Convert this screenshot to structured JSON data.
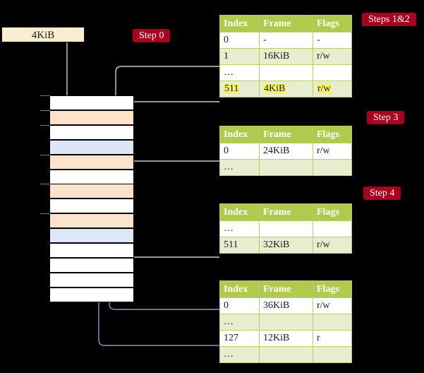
{
  "diagram": {
    "title_pills": [
      {
        "id": "step0",
        "label": "Step 0"
      },
      {
        "id": "steps12",
        "label": "Steps 1&2"
      },
      {
        "id": "step3",
        "label": "Step 3"
      },
      {
        "id": "step4",
        "label": "Step 4"
      }
    ],
    "source_box": {
      "label": "4KiB"
    },
    "memory_column": {
      "rows": [
        {
          "index": 0,
          "fill": "white"
        },
        {
          "index": 1,
          "fill": "orange"
        },
        {
          "index": 2,
          "fill": "white"
        },
        {
          "index": 3,
          "fill": "blue"
        },
        {
          "index": 4,
          "fill": "orange"
        },
        {
          "index": 5,
          "fill": "white"
        },
        {
          "index": 6,
          "fill": "orange"
        },
        {
          "index": 7,
          "fill": "white"
        },
        {
          "index": 8,
          "fill": "orange"
        },
        {
          "index": 9,
          "fill": "blue"
        },
        {
          "index": 10,
          "fill": "white"
        },
        {
          "index": 11,
          "fill": "white"
        },
        {
          "index": 12,
          "fill": "white"
        },
        {
          "index": 13,
          "fill": "white"
        }
      ]
    },
    "tables": [
      {
        "id": "table-level-4",
        "headers": [
          "Index",
          "Frame",
          "Flags"
        ],
        "rows": [
          {
            "index": "0",
            "frame": "-",
            "flags": "-",
            "style": "plain",
            "highlight": false
          },
          {
            "index": "1",
            "frame": "16KiB",
            "flags": "r/w",
            "style": "alt",
            "highlight": false
          },
          {
            "index": "…",
            "frame": "",
            "flags": "",
            "style": "plain",
            "highlight": false
          },
          {
            "index": "511",
            "frame": "4KiB",
            "flags": "r/w",
            "style": "alt",
            "highlight": true
          }
        ]
      },
      {
        "id": "table-level-3",
        "headers": [
          "Index",
          "Frame",
          "Flags"
        ],
        "rows": [
          {
            "index": "0",
            "frame": "24KiB",
            "flags": "r/w",
            "style": "plain",
            "highlight": false
          },
          {
            "index": "…",
            "frame": "",
            "flags": "",
            "style": "alt",
            "highlight": false
          }
        ]
      },
      {
        "id": "table-level-2",
        "headers": [
          "Index",
          "Frame",
          "Flags"
        ],
        "rows": [
          {
            "index": "…",
            "frame": "",
            "flags": "",
            "style": "plain",
            "highlight": false
          },
          {
            "index": "511",
            "frame": "32KiB",
            "flags": "r/w",
            "style": "alt",
            "highlight": false
          }
        ]
      },
      {
        "id": "table-level-1",
        "headers": [
          "Index",
          "Frame",
          "Flags"
        ],
        "rows": [
          {
            "index": "0",
            "frame": "36KiB",
            "flags": "r/w",
            "style": "plain",
            "highlight": false
          },
          {
            "index": "…",
            "frame": "",
            "flags": "",
            "style": "alt",
            "highlight": false
          },
          {
            "index": "127",
            "frame": "12KiB",
            "flags": "r",
            "style": "plain",
            "highlight": false
          },
          {
            "index": "…",
            "frame": "",
            "flags": "",
            "style": "alt",
            "highlight": false
          }
        ]
      }
    ],
    "colors": {
      "background": "#000000",
      "pill": "#a8001e",
      "table_header": "#b0ca4e",
      "table_border": "#b9cc6a",
      "table_alt_row": "#e7eed0",
      "highlight": "#f5f36e",
      "source_box": "#fbefd2",
      "mem_orange": "#fde3cc",
      "mem_blue": "#dbe7f6",
      "wire_gray": "#b3b3b3",
      "wire_blue": "#7b9bc4"
    }
  }
}
